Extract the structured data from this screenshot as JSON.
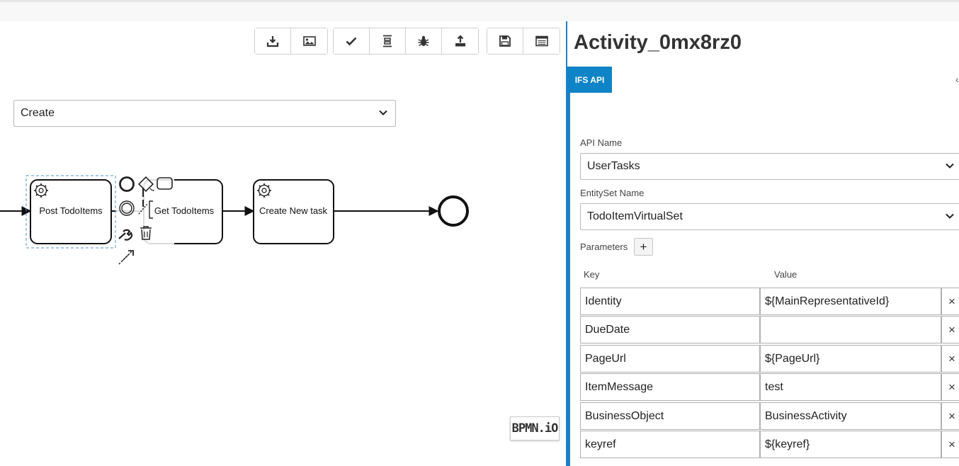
{
  "toolbar": {
    "group1": [
      {
        "icon": "download-icon",
        "name": "download-button"
      },
      {
        "icon": "image-icon",
        "name": "export-image-button"
      }
    ],
    "group2": [
      {
        "icon": "check-icon",
        "name": "validate-button"
      },
      {
        "icon": "distribute-icon",
        "name": "align-button"
      },
      {
        "icon": "bug-icon",
        "name": "debug-button"
      },
      {
        "icon": "upload-icon",
        "name": "deploy-button"
      }
    ],
    "group3": [
      {
        "icon": "save-icon",
        "name": "save-button"
      },
      {
        "icon": "window-icon",
        "name": "properties-toggle-button"
      }
    ]
  },
  "diagram": {
    "tasks": [
      {
        "label": "Post TodoItems",
        "selected": true
      },
      {
        "label": "Get TodoItems",
        "selected": false
      },
      {
        "label": "Create New task",
        "selected": false
      }
    ]
  },
  "watermark": "BPMN.iO",
  "panel": {
    "title": "Activity_0mx8rz0",
    "tab": "IFS API",
    "operation": "Create",
    "api_name_label": "API Name",
    "api_name": "UserTasks",
    "entityset_label": "EntitySet Name",
    "entityset": "TodoItemVirtualSet",
    "parameters_label": "Parameters",
    "add_label": "+",
    "key_header": "Key",
    "value_header": "Value",
    "delete_label": "×",
    "params": [
      {
        "key": "Identity",
        "value": "${MainRepresentativeId}"
      },
      {
        "key": "DueDate",
        "value": ""
      },
      {
        "key": "PageUrl",
        "value": "${PageUrl}"
      },
      {
        "key": "ItemMessage",
        "value": "test"
      },
      {
        "key": "BusinessObject",
        "value": "BusinessActivity"
      },
      {
        "key": "keyref",
        "value": "${keyref}"
      }
    ]
  }
}
